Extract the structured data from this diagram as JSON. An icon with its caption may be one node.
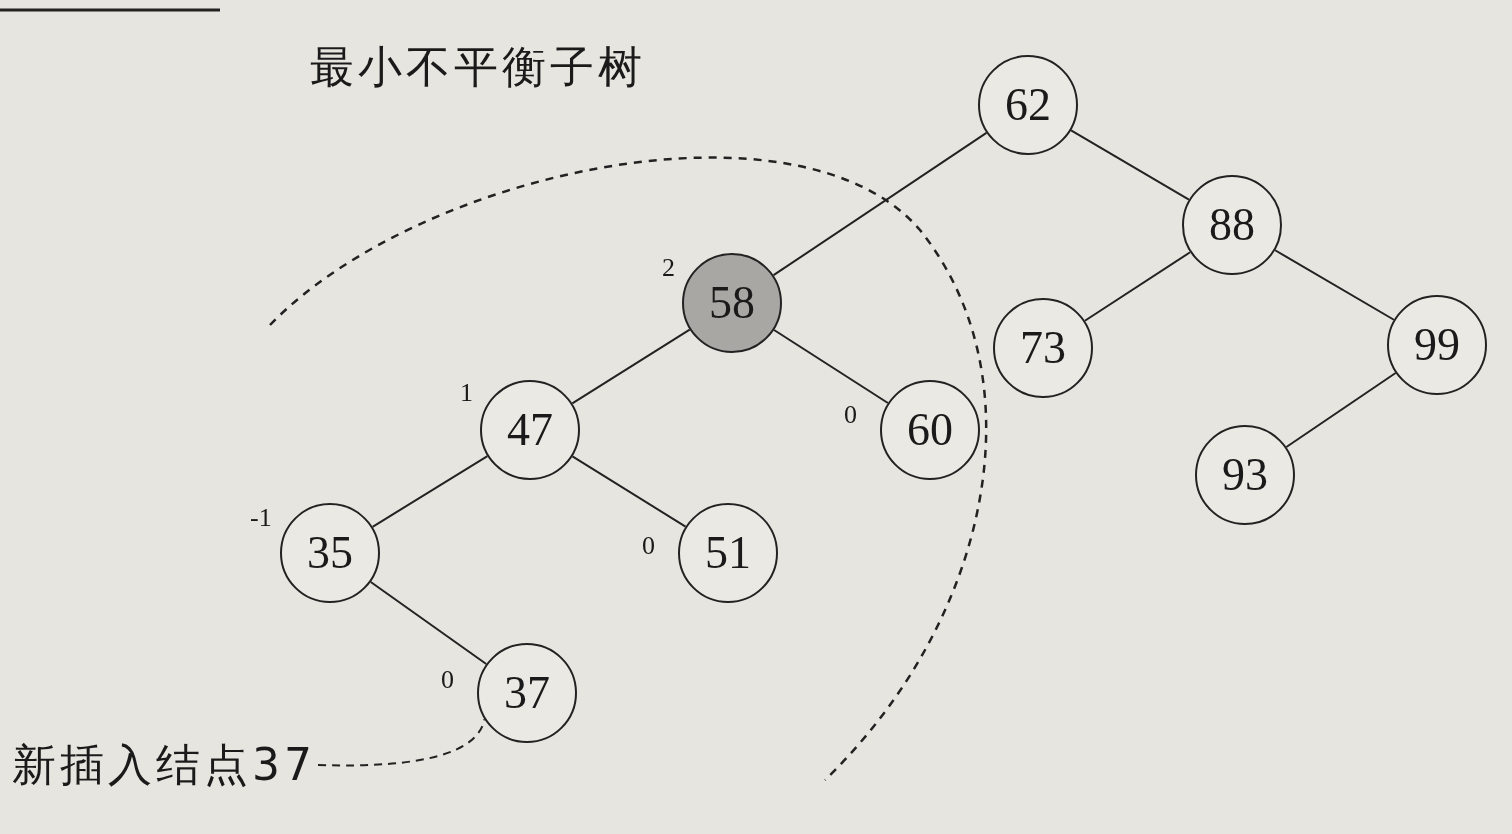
{
  "diagram": {
    "nodes": [
      {
        "text": [
          "62"
        ]
      },
      {
        "text": [
          "88"
        ]
      },
      {
        "text": [
          "58"
        ],
        "beside": [
          "2"
        ]
      },
      {
        "text": [
          "73"
        ]
      },
      {
        "text": [
          "99"
        ]
      },
      {
        "text": [
          "47"
        ],
        "beside": [
          "1"
        ]
      },
      {
        "text": [
          "60"
        ],
        "beside": [
          "0"
        ]
      },
      {
        "text": [
          "93"
        ]
      },
      {
        "text": [
          "35"
        ],
        "beside": [
          "-1"
        ]
      },
      {
        "text": [
          "51"
        ],
        "beside": [
          "0"
        ]
      },
      {
        "text": [
          "37"
        ],
        "beside": [
          "0"
        ]
      },
      {
        "text": [
          "新插入结点37"
        ]
      }
    ],
    "edges": [
      {
        "from": 0,
        "to": 1,
        "arrow": "none"
      },
      {
        "from": 0,
        "to": 2,
        "arrow": "none"
      },
      {
        "from": 1,
        "to": 3,
        "arrow": "none"
      },
      {
        "from": 1,
        "to": 4,
        "arrow": "none"
      },
      {
        "from": 2,
        "to": 5,
        "arrow": "none"
      },
      {
        "from": 2,
        "to": 6,
        "arrow": "none"
      },
      {
        "from": 4,
        "to": 7,
        "arrow": "none"
      },
      {
        "from": 5,
        "to": 8,
        "arrow": "none"
      },
      {
        "from": 5,
        "to": 9,
        "arrow": "none"
      },
      {
        "from": 8,
        "to": 10,
        "arrow": "none"
      },
      {
        "from": 11,
        "to": 10,
        "arrow": "none",
        "style": "dashed"
      }
    ],
    "labels": [
      "最小不平衡子树"
    ]
  }
}
